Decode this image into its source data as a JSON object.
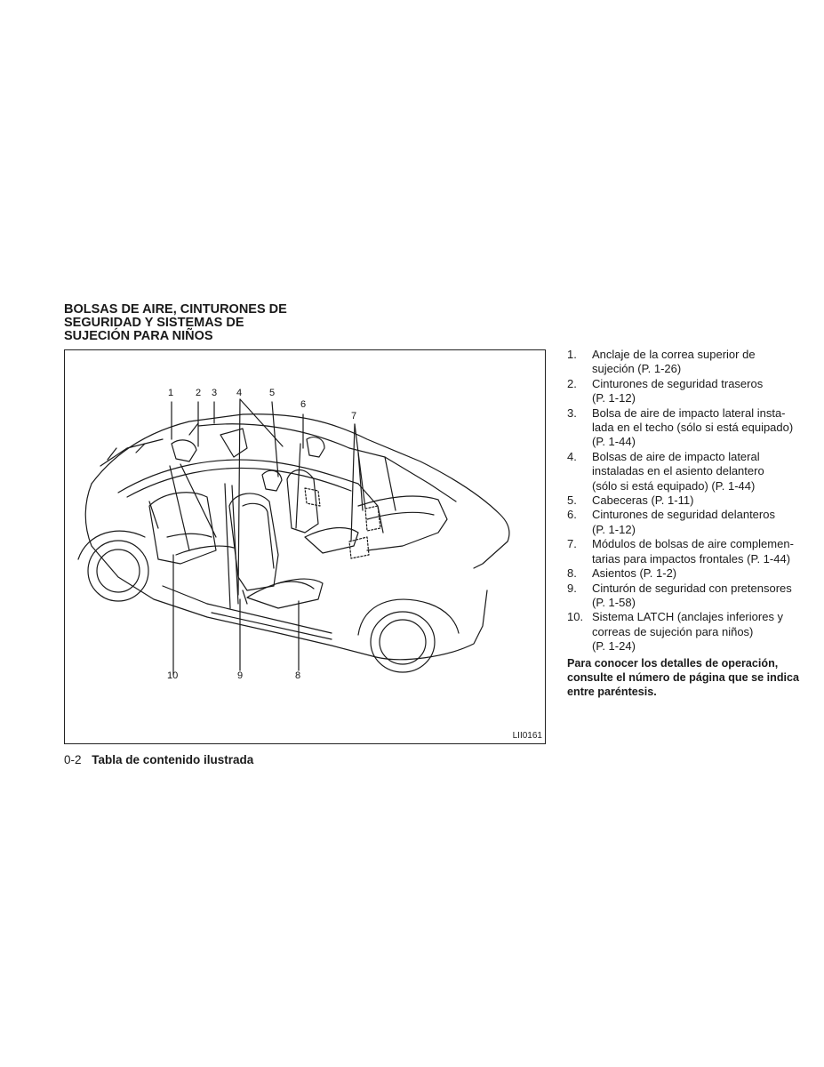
{
  "section_title": [
    "BOLSAS DE AIRE, CINTURONES DE",
    "SEGURIDAD Y SISTEMAS DE",
    "SUJECIÓN PARA NIÑOS"
  ],
  "figure": {
    "code": "LII0161",
    "callouts": {
      "c1": "1",
      "c2": "2",
      "c3": "3",
      "c4": "4",
      "c5": "5",
      "c6": "6",
      "c7": "7",
      "c8": "8",
      "c9": "9",
      "c10": "10"
    }
  },
  "items": [
    {
      "num": "1.",
      "lines": [
        "Anclaje de la correa superior de",
        "sujeción (P. 1-26)"
      ]
    },
    {
      "num": "2.",
      "lines": [
        "Cinturones de seguridad traseros",
        "(P. 1-12)"
      ]
    },
    {
      "num": "3.",
      "lines": [
        "Bolsa de aire de impacto lateral insta-",
        "lada en el techo (sólo si está equipado)",
        "(P. 1-44)"
      ]
    },
    {
      "num": "4.",
      "lines": [
        "Bolsas de aire de impacto lateral",
        "instaladas en el asiento delantero",
        "(sólo si está equipado) (P. 1-44)"
      ]
    },
    {
      "num": "5.",
      "lines": [
        "Cabeceras (P. 1-11)"
      ]
    },
    {
      "num": "6.",
      "lines": [
        "Cinturones de seguridad delanteros",
        "(P. 1-12)"
      ]
    },
    {
      "num": "7.",
      "lines": [
        "Módulos de bolsas de aire complemen-",
        "tarias para impactos frontales (P. 1-44)"
      ]
    },
    {
      "num": "8.",
      "lines": [
        "Asientos (P. 1-2)"
      ]
    },
    {
      "num": "9.",
      "lines": [
        "Cinturón de seguridad con pretensores",
        "(P. 1-58)"
      ]
    },
    {
      "num": "10.",
      "lines": [
        "Sistema LATCH (anclajes inferiores y",
        "correas de sujeción para niños)",
        "(P. 1-24)"
      ]
    }
  ],
  "note": [
    "Para conocer los detalles de operación,",
    "consulte el número de página que se indica",
    "entre paréntesis."
  ],
  "footer": {
    "page": "0-2",
    "title": "Tabla de contenido ilustrada"
  }
}
